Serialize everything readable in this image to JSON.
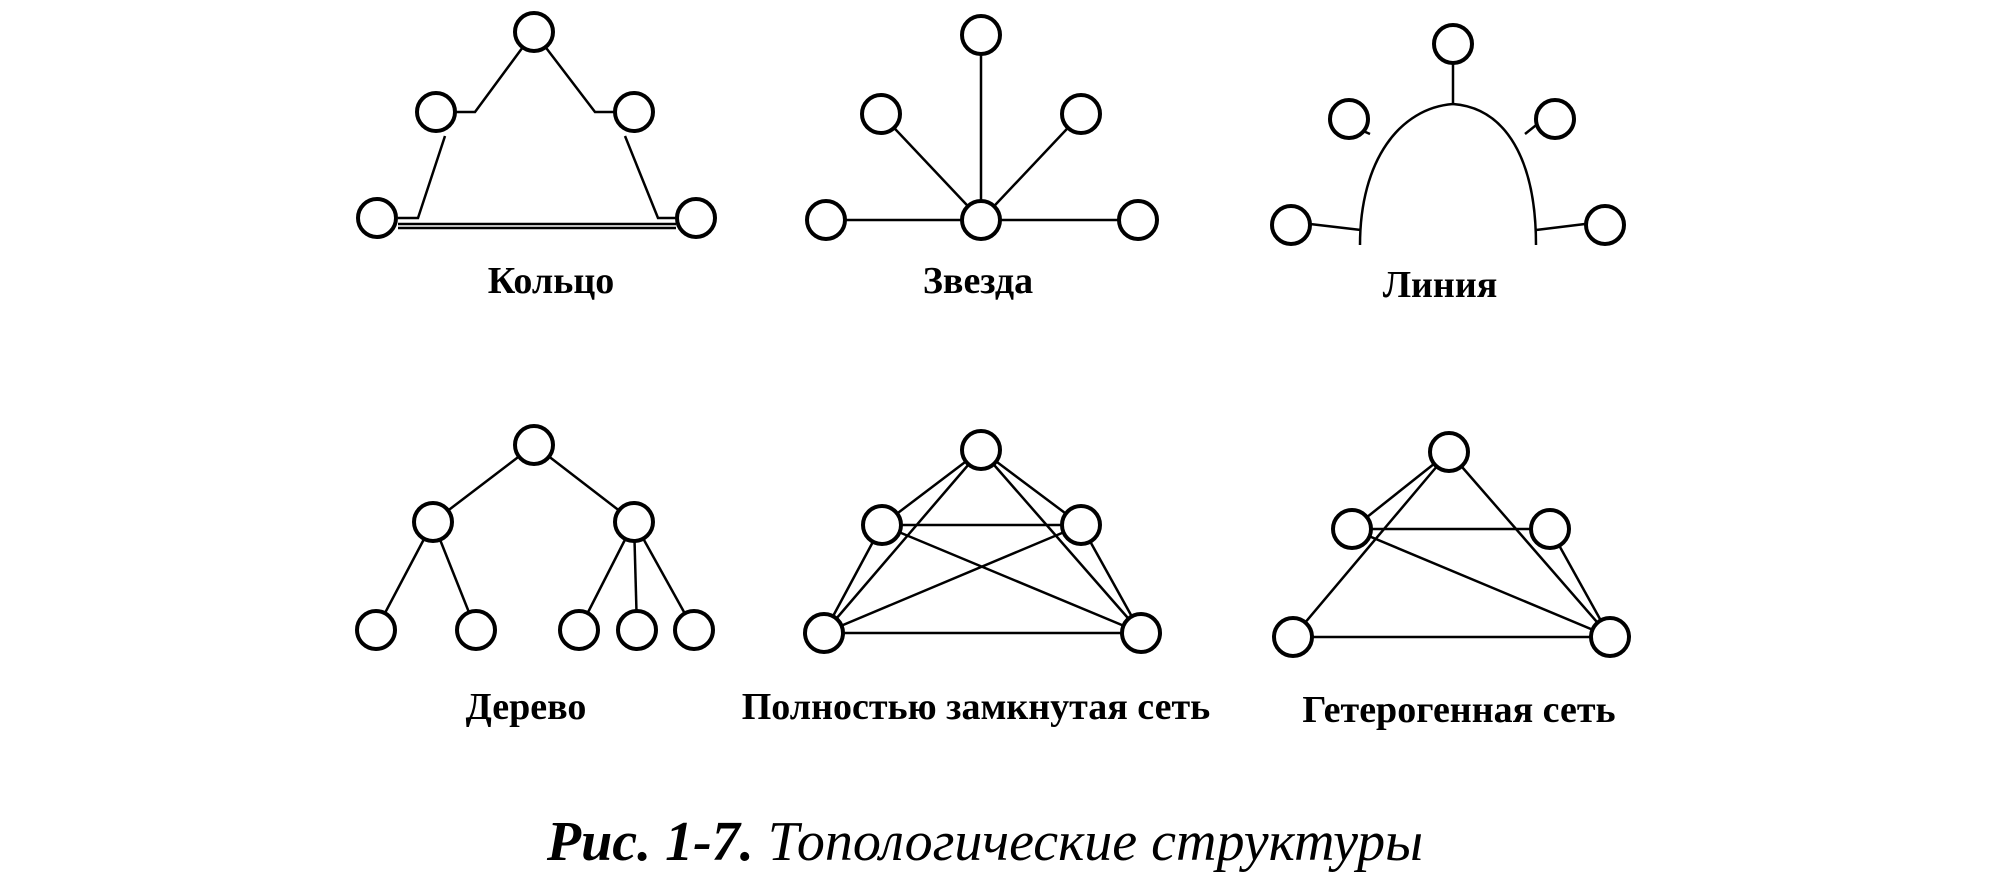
{
  "figure": {
    "caption_prefix": "Рис. 1-7.",
    "caption_text": "Топологические структуры"
  },
  "topologies": {
    "ring": {
      "label": "Кольцо"
    },
    "star": {
      "label": "Звезда"
    },
    "line": {
      "label": "Линия"
    },
    "tree": {
      "label": "Дерево"
    },
    "full_mesh": {
      "label": "Полностью замкнутая сеть"
    },
    "hybrid": {
      "label": "Гетерогенная сеть"
    }
  },
  "colors": {
    "stroke": "#000000",
    "background": "#ffffff"
  }
}
